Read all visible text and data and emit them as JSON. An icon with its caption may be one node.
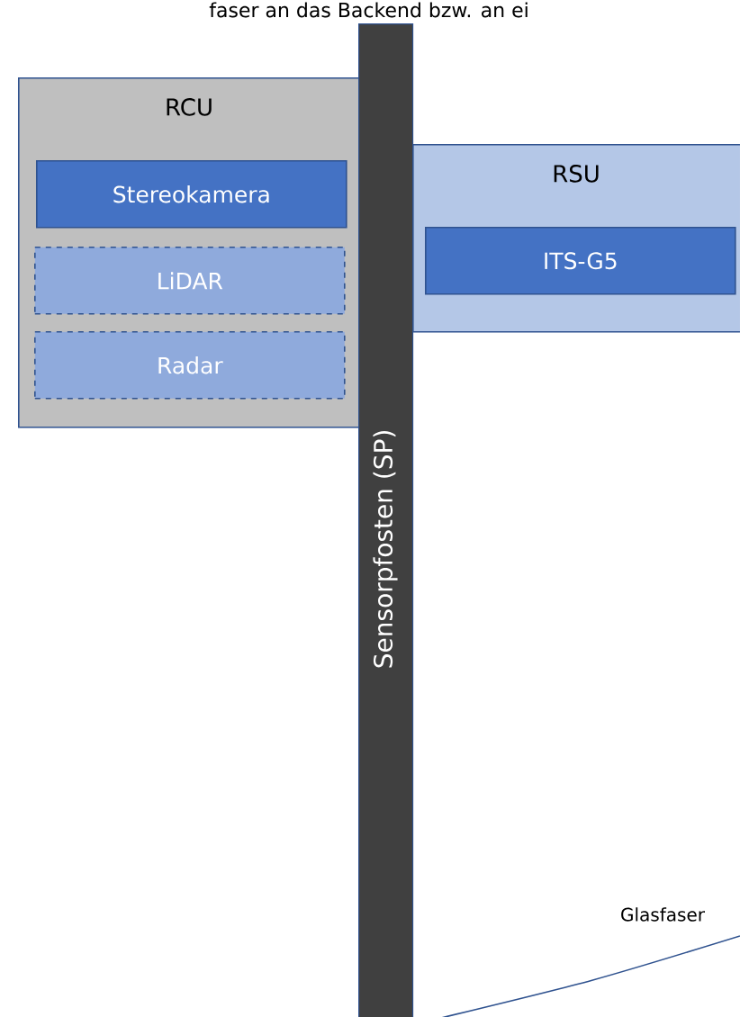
{
  "diagram": {
    "nodes": [
      {
        "text": [
          "RCU"
        ]
      },
      {
        "text": [
          "Stereokamera"
        ],
        "in": 0
      },
      {
        "text": [
          "LiDAR"
        ],
        "in": 0
      },
      {
        "text": [
          "Radar"
        ],
        "in": 0
      },
      {
        "text": [
          "Sensorpfosten (SP)"
        ]
      },
      {
        "text": [
          "RSU"
        ]
      },
      {
        "text": [
          "ITS-G5"
        ],
        "in": 5
      }
    ],
    "labels": [
      "faser an das Backend bzw. an ei",
      "Glasfaser"
    ]
  }
}
